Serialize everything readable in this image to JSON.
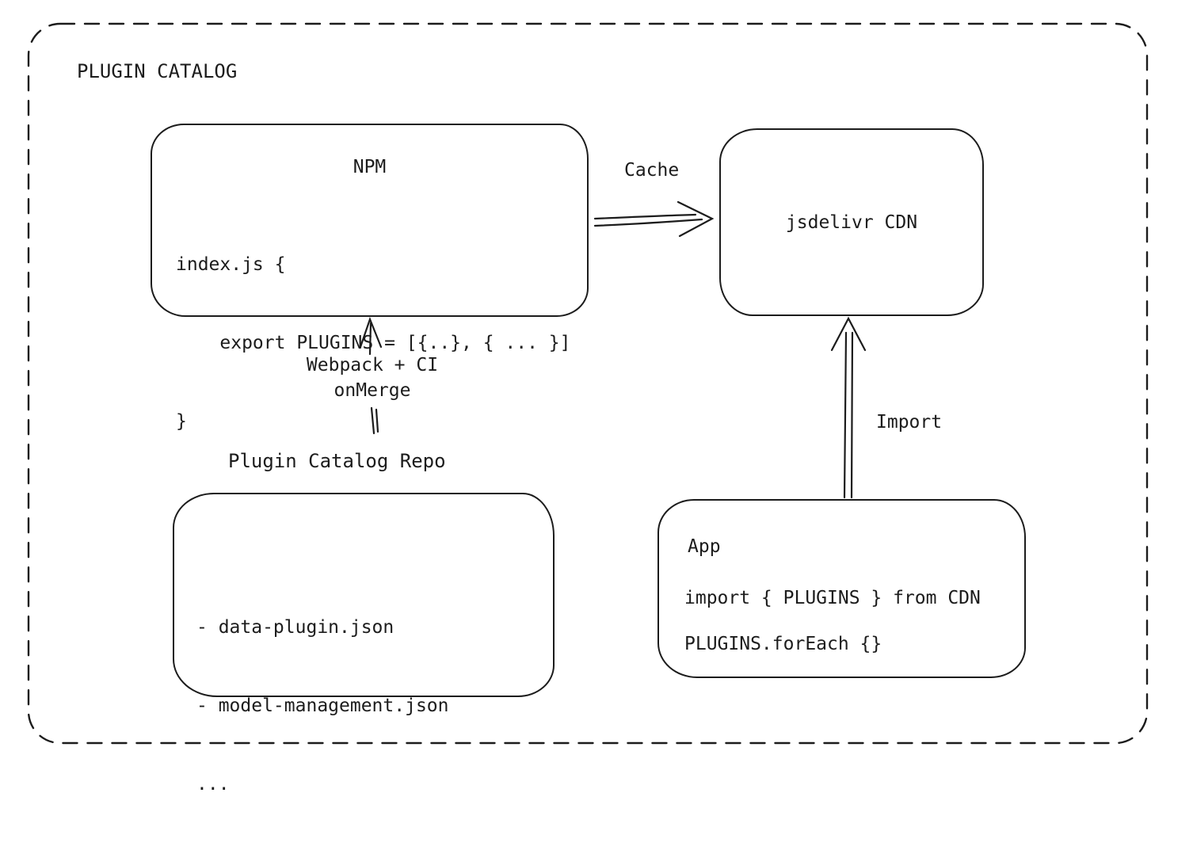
{
  "colors": {
    "ink": "#1c1c1c",
    "background": "#ffffff"
  },
  "diagram": {
    "title": "PLUGIN CATALOG",
    "npm": {
      "title": "NPM",
      "code_line1": "index.js {",
      "code_line2": "    export PLUGINS = [{..}, { ... }]",
      "code_line3": "}"
    },
    "cdn": {
      "label": "jsdelivr CDN"
    },
    "arrows": {
      "cache_label": "Cache",
      "build_label_line1": "Webpack + CI",
      "build_label_line2": "onMerge",
      "import_label": "Import"
    },
    "repo": {
      "heading": "Plugin Catalog Repo",
      "items": [
        "- data-plugin.json",
        "- model-management.json",
        "..."
      ]
    },
    "app": {
      "title": "App",
      "line1": "import { PLUGINS } from CDN",
      "line2": "PLUGINS.forEach {}"
    }
  }
}
